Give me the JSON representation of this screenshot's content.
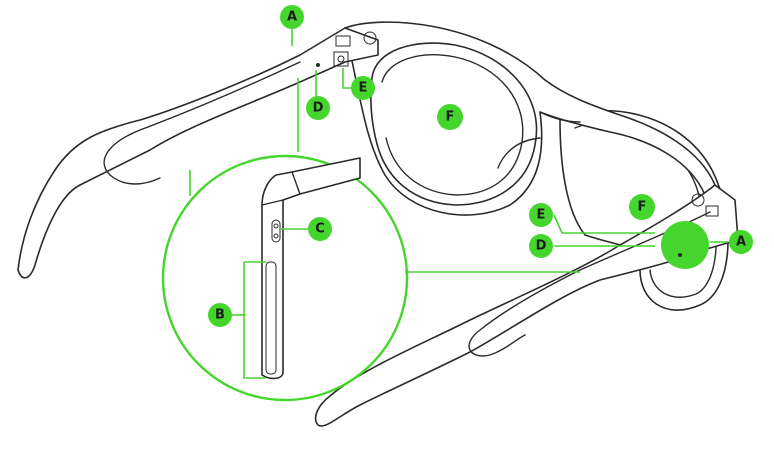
{
  "colors": {
    "accent": "#44d62c",
    "outline": "#2a2a2a",
    "label_text": "#1a1a1a",
    "background": "#ffffff"
  },
  "callouts": {
    "a_top": "A",
    "a_right": "A",
    "b_zoom": "B",
    "c_zoom": "C",
    "d_top": "D",
    "d_right": "D",
    "e_top": "E",
    "e_right": "E",
    "f_left_lens": "F",
    "f_right_lens": "F"
  }
}
